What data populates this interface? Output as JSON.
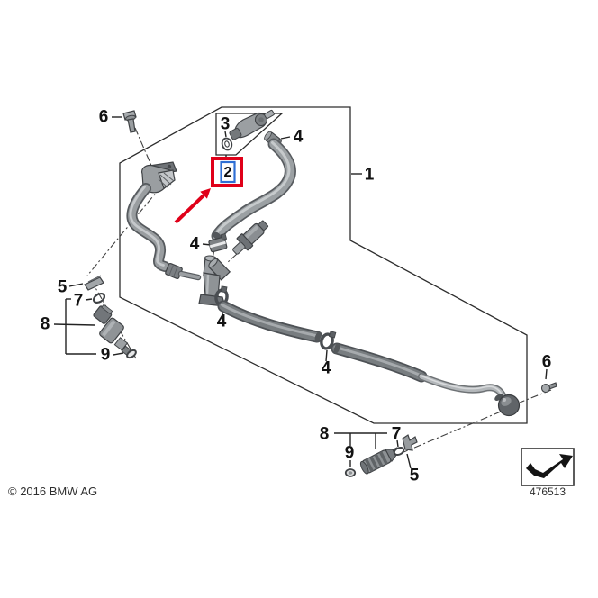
{
  "diagram": {
    "copyright": "© 2016 BMW AG",
    "drawing_number": "476513",
    "highlight": {
      "selected_callout": "2",
      "red": "#e00019",
      "blue": "#2f6fd4"
    },
    "callouts": {
      "c1": {
        "label": "1"
      },
      "c2": {
        "label": "2"
      },
      "c3": {
        "label": "3"
      },
      "c4a": {
        "label": "4"
      },
      "c4b": {
        "label": "4"
      },
      "c4c": {
        "label": "4"
      },
      "c4d": {
        "label": "4"
      },
      "c5_left": {
        "label": "5"
      },
      "c5_right": {
        "label": "5"
      },
      "c6_left": {
        "label": "6"
      },
      "c6_right": {
        "label": "6"
      },
      "c7_left": {
        "label": "7"
      },
      "c7_right": {
        "label": "7"
      },
      "c8_left": {
        "label": "8"
      },
      "c8_right": {
        "label": "8"
      },
      "c9_left": {
        "label": "9"
      },
      "c9_right": {
        "label": "9"
      }
    },
    "icons": {
      "direction_arrow": "bent-arrow-up-right"
    }
  }
}
